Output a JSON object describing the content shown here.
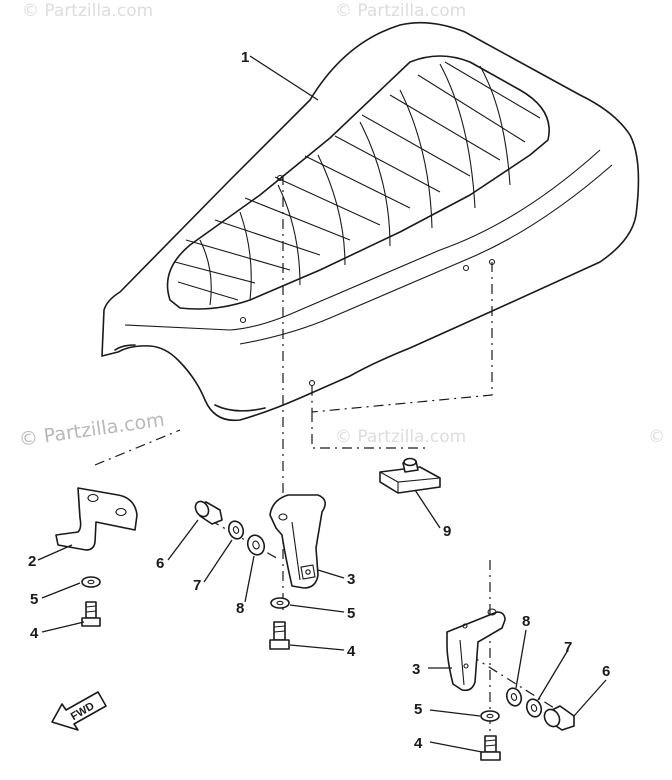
{
  "watermarks": {
    "main": "© Partzilla.com",
    "faint": "© Partzilla.com"
  },
  "fwd_label": "FWD",
  "callouts": {
    "seat": "1",
    "left_bracket": "2",
    "center_bracket": "3",
    "right_bracket": "3",
    "left_bolt": "4",
    "center_bolt": "4",
    "right_bolt": "4",
    "left_washer": "5",
    "center_washer": "5",
    "right_washer": "5",
    "center_screw": "6",
    "right_screw": "6",
    "center_lockwasher": "7",
    "right_lockwasher": "7",
    "center_flatwasher": "8",
    "right_flatwasher": "8",
    "nut_plate": "9"
  },
  "colors": {
    "line": "#1a1a1a",
    "watermark": "#b8b8b8"
  }
}
